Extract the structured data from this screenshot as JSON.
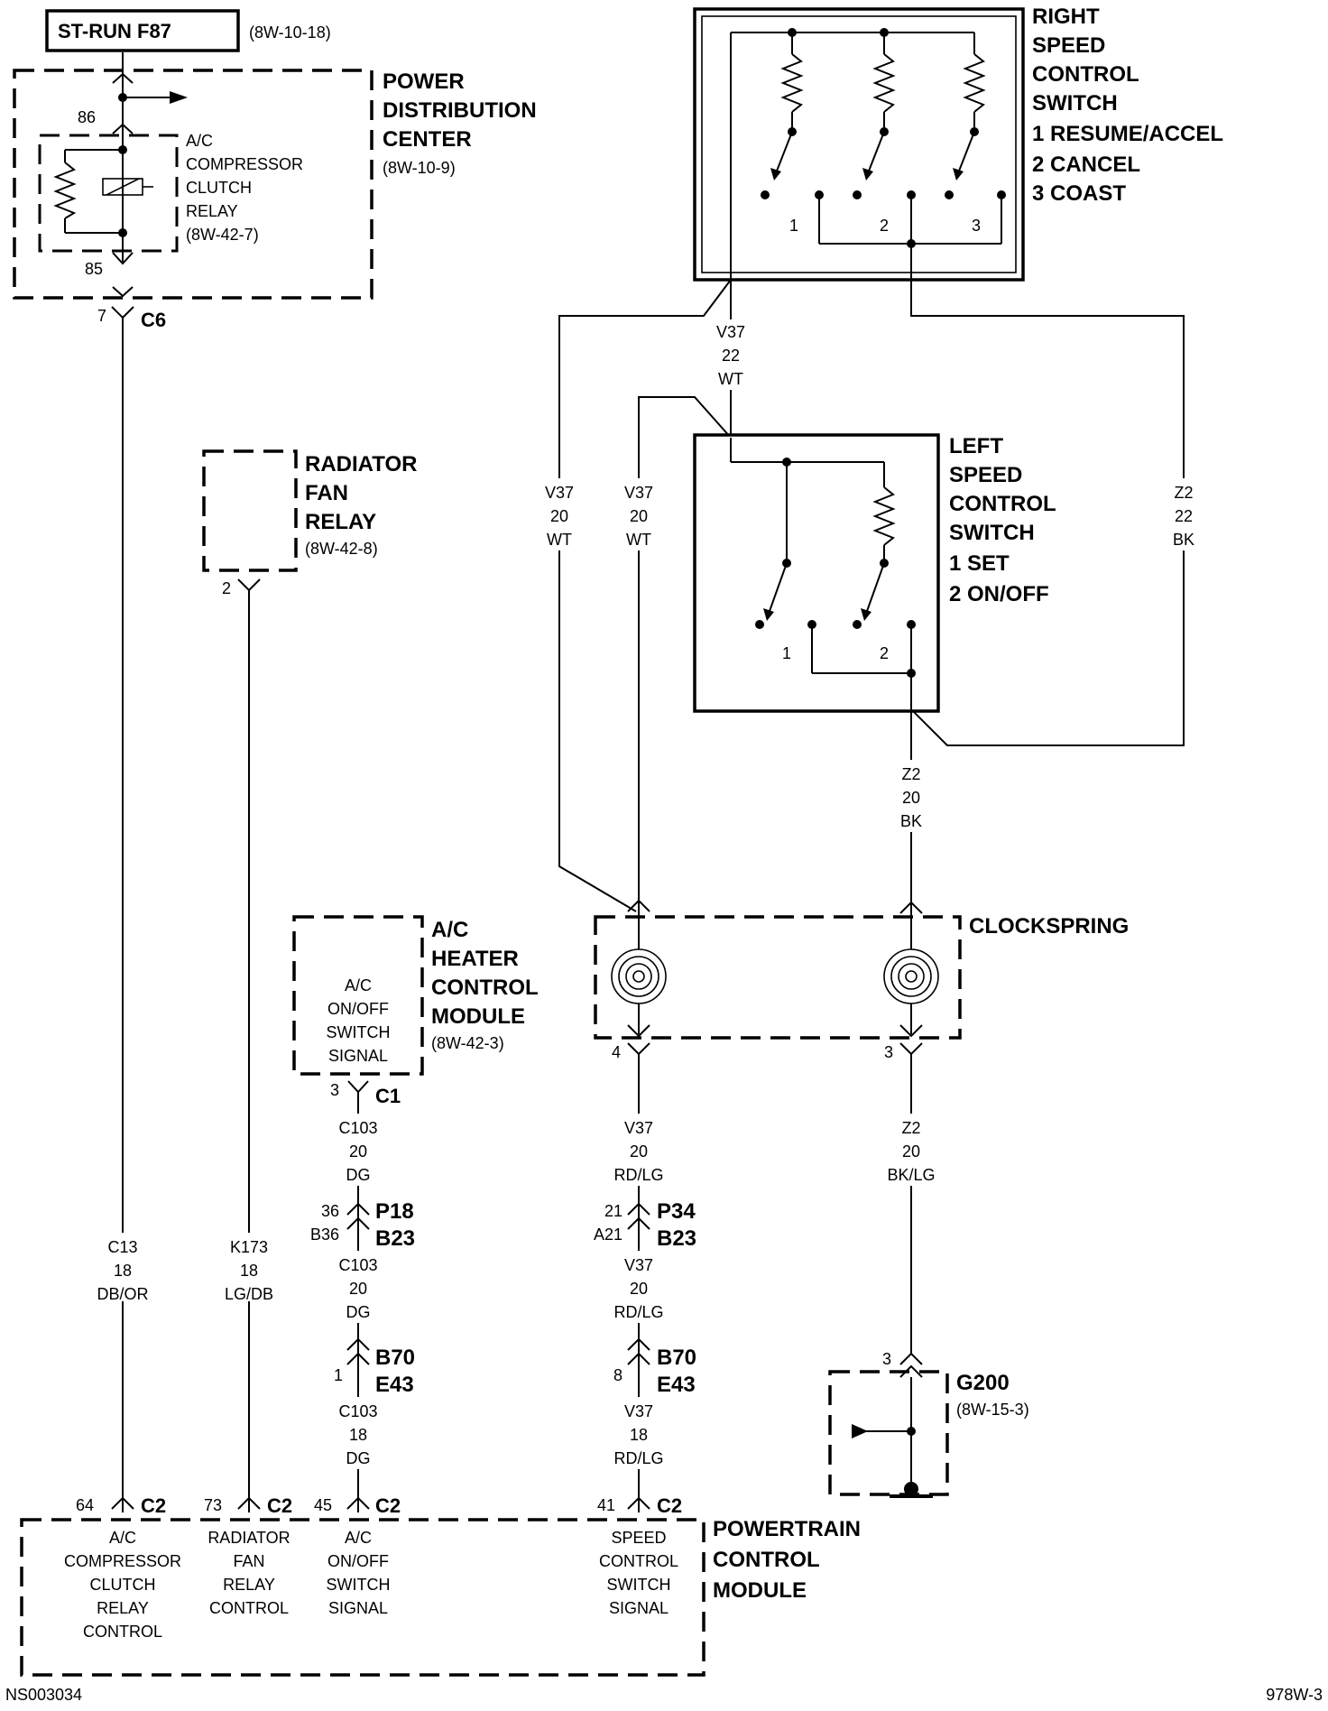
{
  "fuse": {
    "name": "ST-RUN F87",
    "ref": "(8W-10-18)"
  },
  "pdc": {
    "title": [
      "POWER",
      "DISTRIBUTION",
      "CENTER"
    ],
    "ref": "(8W-10-9)",
    "pin_top": "86",
    "pin_bottom": "85",
    "relay": [
      "A/C",
      "COMPRESSOR",
      "CLUTCH",
      "RELAY",
      "(8W-42-7)"
    ],
    "conn_pin": "7",
    "conn": "C6"
  },
  "right_switch": {
    "title": [
      "RIGHT",
      "SPEED",
      "CONTROL",
      "SWITCH",
      "1 RESUME/ACCEL",
      "2 CANCEL",
      "3 COAST"
    ],
    "positions": [
      "1",
      "2",
      "3"
    ]
  },
  "left_switch": {
    "title": [
      "LEFT",
      "SPEED",
      "CONTROL",
      "SWITCH",
      "1 SET",
      "2 ON/OFF"
    ],
    "positions": [
      "1",
      "2"
    ]
  },
  "radiator_relay": {
    "title": [
      "RADIATOR",
      "FAN",
      "RELAY"
    ],
    "ref": "(8W-42-8)",
    "pin": "2"
  },
  "hvac": {
    "title": [
      "A/C",
      "HEATER",
      "CONTROL",
      "MODULE"
    ],
    "ref": "(8W-42-3)",
    "inner": [
      "A/C",
      "ON/OFF",
      "SWITCH",
      "SIGNAL"
    ],
    "pin": "3",
    "conn": "C1"
  },
  "clockspring": {
    "title": "CLOCKSPRING",
    "pin_left": "4",
    "pin_right": "3"
  },
  "g200": {
    "title": "G200",
    "ref": "(8W-15-3)",
    "pin": "3"
  },
  "wires": {
    "v37_22_wt": [
      "V37",
      "22",
      "WT"
    ],
    "v37_20_wt_a": [
      "V37",
      "20",
      "WT"
    ],
    "v37_20_wt_b": [
      "V37",
      "20",
      "WT"
    ],
    "z2_22_bk": [
      "Z2",
      "22",
      "BK"
    ],
    "z2_20_bk": [
      "Z2",
      "20",
      "BK"
    ],
    "z2_20_bklg": [
      "Z2",
      "20",
      "BK/LG"
    ],
    "v37_20_rdlg_a": [
      "V37",
      "20",
      "RD/LG"
    ],
    "v37_20_rdlg_b": [
      "V37",
      "20",
      "RD/LG"
    ],
    "v37_18_rdlg": [
      "V37",
      "18",
      "RD/LG"
    ],
    "c103_20_dg_a": [
      "C103",
      "20",
      "DG"
    ],
    "c103_20_dg_b": [
      "C103",
      "20",
      "DG"
    ],
    "c103_18_dg": [
      "C103",
      "18",
      "DG"
    ],
    "c13": [
      "C13",
      "18",
      "DB/OR"
    ],
    "k173": [
      "K173",
      "18",
      "LG/DB"
    ]
  },
  "inline": {
    "p18": {
      "pins": [
        "36",
        "B36"
      ],
      "names": [
        "P18",
        "B23"
      ]
    },
    "p34": {
      "pins": [
        "21",
        "A21"
      ],
      "names": [
        "P34",
        "B23"
      ]
    },
    "b70_left": {
      "pins": [
        "1"
      ],
      "names": [
        "B70",
        "E43"
      ]
    },
    "b70_right": {
      "pins": [
        "8"
      ],
      "names": [
        "B70",
        "E43"
      ]
    }
  },
  "pcm": {
    "title": [
      "POWERTRAIN",
      "CONTROL",
      "MODULE"
    ],
    "pins": [
      {
        "num": "64",
        "conn": "C2",
        "label": [
          "A/C",
          "COMPRESSOR",
          "CLUTCH",
          "RELAY",
          "CONTROL"
        ]
      },
      {
        "num": "73",
        "conn": "C2",
        "label": [
          "RADIATOR",
          "FAN",
          "RELAY",
          "CONTROL"
        ]
      },
      {
        "num": "45",
        "conn": "C2",
        "label": [
          "A/C",
          "ON/OFF",
          "SWITCH",
          "SIGNAL"
        ]
      },
      {
        "num": "41",
        "conn": "C2",
        "label": [
          "SPEED",
          "CONTROL",
          "SWITCH",
          "SIGNAL"
        ]
      }
    ]
  },
  "footer": {
    "left": "NS003034",
    "right": "978W-3"
  }
}
